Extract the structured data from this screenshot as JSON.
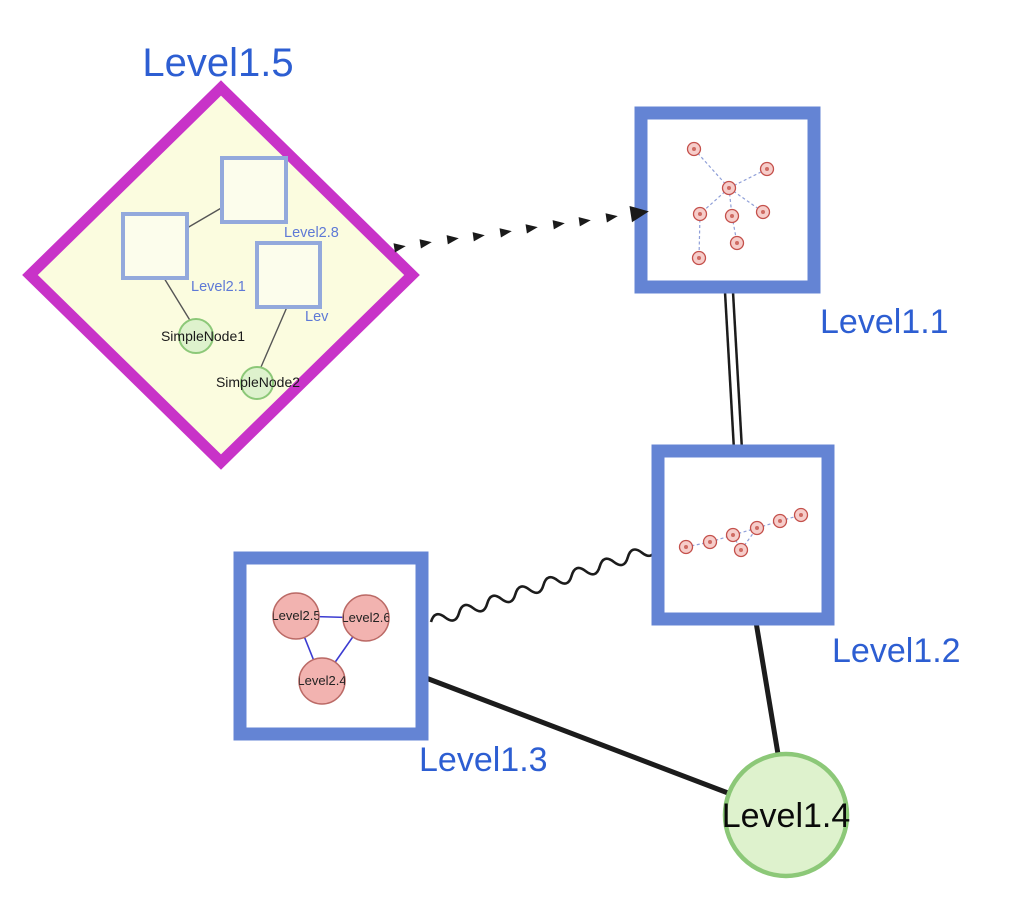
{
  "diagram": {
    "type": "nested-network-graph",
    "background": "#ffffff"
  },
  "colors": {
    "label_blue": "#2d5ed2",
    "inner_label_blue": "#5e79d6",
    "box_border": "#6484d4",
    "diamond_border": "#c833c8",
    "diamond_fill": "#fbfcdf",
    "inner_square_border": "#93a9dc",
    "inner_square_fill": "#fcfdec",
    "green_fill": "#def2cd",
    "green_border": "#8cc878",
    "pink_fill": "#f2b3b0",
    "pink_border": "#bb6a66",
    "mini_pink_fill": "#f6cdca",
    "mini_pink_border": "#c4504b",
    "edge_black": "#1c1c1c",
    "mini_edge_blue": "#8f9fd8",
    "triangle_edge_blue": "#3b3bd1",
    "text_black": "#0a0a0a"
  },
  "nodes": {
    "level1_5": {
      "label": "Level1.5",
      "shape": "diamond"
    },
    "level1_1": {
      "label": "Level1.1",
      "shape": "square"
    },
    "level1_2": {
      "label": "Level1.2",
      "shape": "square"
    },
    "level1_3": {
      "label": "Level1.3",
      "shape": "square"
    },
    "level1_4": {
      "label": "Level1.4",
      "shape": "circle"
    },
    "level2_8": {
      "label": "Level2.8",
      "shape": "square"
    },
    "level2_1": {
      "label": "Level2.1",
      "shape": "square"
    },
    "level2_clipped": {
      "label": "Lev",
      "shape": "square"
    },
    "simplenode1": {
      "label": "SimpleNode1",
      "shape": "circle"
    },
    "simplenode2": {
      "label": "SimpleNode2",
      "shape": "circle"
    },
    "level2_5": {
      "label": "Level2.5",
      "shape": "circle"
    },
    "level2_6": {
      "label": "Level2.6",
      "shape": "circle"
    },
    "level2_4": {
      "label": "Level2.4",
      "shape": "circle"
    }
  },
  "edges": [
    {
      "from": "Level1.5",
      "to": "Level1.1",
      "style": "dashed-arrowheads"
    },
    {
      "from": "Level1.1",
      "to": "Level1.2",
      "style": "double-line"
    },
    {
      "from": "Level1.3",
      "to": "Level1.2",
      "style": "wavy"
    },
    {
      "from": "Level1.3",
      "to": "Level1.4",
      "style": "solid"
    },
    {
      "from": "Level1.2",
      "to": "Level1.4",
      "style": "solid"
    },
    {
      "from": "Level2.8",
      "to": "Level2.1",
      "style": "thin"
    },
    {
      "from": "Level2.1",
      "to": "SimpleNode1",
      "style": "thin"
    },
    {
      "from": "Lev",
      "to": "SimpleNode2",
      "style": "thin"
    },
    {
      "from": "Level2.5",
      "to": "Level2.6",
      "style": "thin-blue"
    },
    {
      "from": "Level2.5",
      "to": "Level2.4",
      "style": "thin-blue"
    },
    {
      "from": "Level2.6",
      "to": "Level2.4",
      "style": "thin-blue"
    }
  ]
}
